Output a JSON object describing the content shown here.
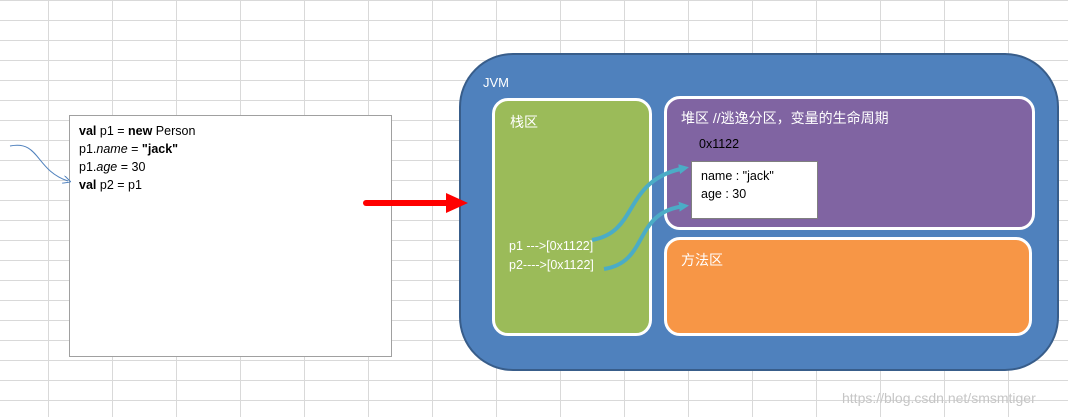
{
  "code": {
    "line1": {
      "kw1": "val",
      "a": " p1 = ",
      "kw2": "new",
      "b": " Person"
    },
    "line2": {
      "a": "p1.",
      "field": "name",
      "b": " = ",
      "str": "\"jack\""
    },
    "line3": {
      "a": "p1.",
      "field": "age",
      "b": " = 30"
    },
    "line4": {
      "kw": "val",
      "a": " p2 = p1"
    }
  },
  "jvm": {
    "label": "JVM",
    "stack": {
      "title": "栈区",
      "lines": [
        "p1 --->[0x1122]",
        "p2---->[0x1122]"
      ]
    },
    "heap": {
      "title": "堆区 //逃逸分区，变量的生命周期",
      "address": "0x1122",
      "object_fields": [
        "name : \"jack\"",
        "age : 30"
      ]
    },
    "method_area": {
      "title": "方法区"
    }
  },
  "watermark": "https://blog.csdn.net/smsmtiger",
  "colors": {
    "jvm": "#4f81bd",
    "stack": "#9bbb59",
    "heap": "#8064a2",
    "method_area": "#f79646",
    "main_arrow": "#ff0000",
    "ref_arrow": "#4bacc6"
  }
}
